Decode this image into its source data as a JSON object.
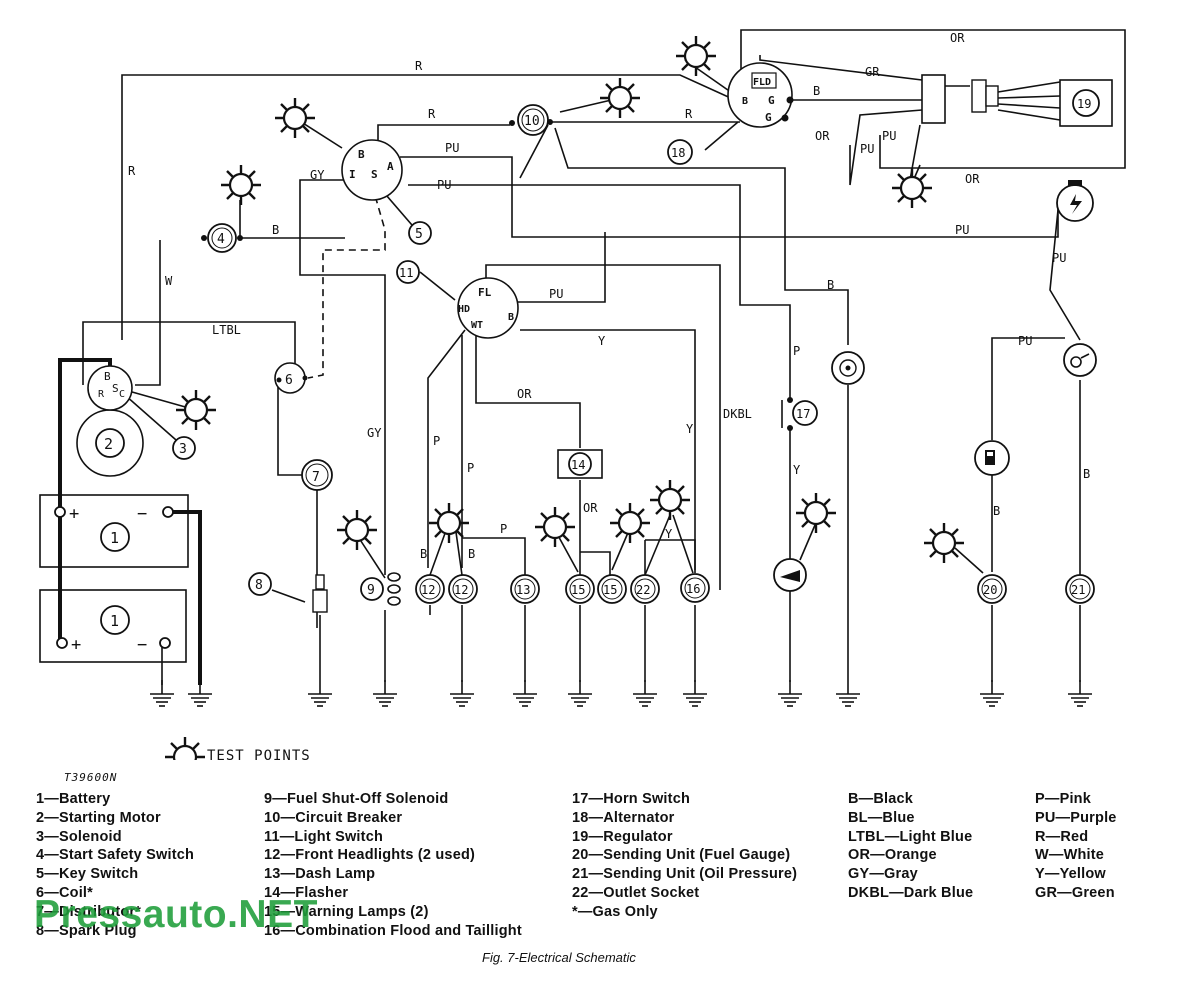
{
  "schematic": {
    "wire_labels": {
      "r_top": "R",
      "r_left": "R",
      "r_mid": "R",
      "r_alt": "R",
      "or_top": "OR",
      "or_reg1": "OR",
      "or_reg2": "OR",
      "or_flasher": "OR",
      "or_flasher2": "OR",
      "gr": "GR",
      "b_alt": "B",
      "b_4": "B",
      "b_lamp": "B",
      "b_12a": "B",
      "b_12b": "B",
      "b_20": "B",
      "b_21": "B",
      "pu_1": "PU",
      "pu_2": "PU",
      "pu_3": "PU",
      "pu_4": "PU",
      "pu_5": "PU",
      "pu_6": "PU",
      "pu_7": "PU",
      "gy_1": "GY",
      "gy_2": "GY",
      "w": "W",
      "ltbl": "LTBL",
      "p_1": "P",
      "p_2": "P",
      "p_3": "P",
      "p_17": "P",
      "y_1": "Y",
      "y_2": "Y",
      "y_3": "Y",
      "y_4": "Y",
      "dkbl": "DKBL"
    },
    "terminal_labels": {
      "ks_b": "B",
      "ks_i": "I",
      "ks_s": "S",
      "ks_a": "A",
      "sol_b": "B",
      "sol_s": "S",
      "sol_r": "R",
      "sol_c": "C",
      "alt_fld": "FLD",
      "alt_g1": "G",
      "alt_g2": "G",
      "alt_b": "B",
      "ls_fl": "FL",
      "ls_hd": "HD",
      "ls_wt": "WT",
      "ls_b": "B"
    },
    "component_numbers": {
      "n1a": "1",
      "n1b": "1",
      "n2": "2",
      "n3": "3",
      "n4": "4",
      "n5": "5",
      "n6": "6",
      "n7": "7",
      "n8": "8",
      "n9": "9",
      "n10": "10",
      "n11": "11",
      "n12a": "12",
      "n12b": "12",
      "n13": "13",
      "n14": "14",
      "n15a": "15",
      "n15b": "15",
      "n16": "16",
      "n17": "17",
      "n18": "18",
      "n19": "19",
      "n20": "20",
      "n21": "21",
      "n22": "22"
    },
    "battery_symbols": {
      "plus1": "+",
      "minus1": "−",
      "plus2": "+",
      "minus2": "−"
    }
  },
  "test_points_label": "TEST POINTS",
  "drawing_number": "T39600N",
  "legend": {
    "components_1": [
      "1—Battery",
      "2—Starting Motor",
      "3—Solenoid",
      "4—Start Safety Switch",
      "5—Key Switch",
      "6—Coil*",
      "7—Distributor*",
      "8—Spark Plug"
    ],
    "components_2": [
      "9—Fuel Shut-Off Solenoid",
      "10—Circuit Breaker",
      "11—Light Switch",
      "12—Front Headlights (2 used)",
      "13—Dash Lamp",
      "14—Flasher",
      "15—Warning Lamps (2)",
      "16—Combination Flood and Taillight"
    ],
    "components_3": [
      "17—Horn Switch",
      "18—Alternator",
      "19—Regulator",
      "20—Sending Unit (Fuel Gauge)",
      "21—Sending Unit (Oil Pressure)",
      "22—Outlet Socket",
      "*—Gas Only"
    ],
    "colors_1": [
      "B—Black",
      "BL—Blue",
      "LTBL—Light Blue",
      "OR—Orange",
      "GY—Gray",
      "DKBL—Dark Blue"
    ],
    "colors_2": [
      "P—Pink",
      "PU—Purple",
      "R—Red",
      "W—White",
      "Y—Yellow",
      "GR—Green"
    ]
  },
  "caption": "Fig. 7-Electrical Schematic",
  "watermark": "Pressauto.NET"
}
